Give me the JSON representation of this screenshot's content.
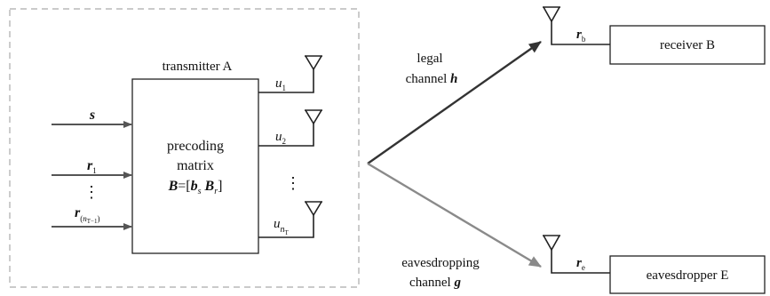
{
  "transmitter": {
    "title": "transmitter A",
    "block_line1": "precoding",
    "block_line2": "matrix",
    "matrix": {
      "B": "B",
      "eq": "=[",
      "b": "b",
      "b_sub": "s",
      "B2": "B",
      "B2_sub": "r",
      "close": "]"
    }
  },
  "inputs": {
    "s": "s",
    "r1": {
      "base": "r",
      "sub": "1"
    },
    "vdots": "⋮",
    "rn": {
      "base": "r",
      "sub_open": "(",
      "sub_n": "n",
      "sub_T": "T−1",
      "sub_close": ")"
    }
  },
  "outputs": {
    "u1": {
      "base": "u",
      "sub": "1"
    },
    "u2": {
      "base": "u",
      "sub": "2"
    },
    "vdots": "⋮",
    "un": {
      "base": "u",
      "sub_n": "n",
      "sub_T": "T"
    }
  },
  "channels": {
    "legal_line1": "legal",
    "legal_line2": "channel",
    "legal_symbol": "h",
    "eaves_line1": "eavesdropping",
    "eaves_line2": "channel",
    "eaves_symbol": "g"
  },
  "receiver": {
    "label": "receiver B",
    "r": "r",
    "sub": "b"
  },
  "eavesdropper": {
    "label": "eavesdropper E",
    "r": "r",
    "sub": "e"
  },
  "colors": {
    "line": "#222222",
    "arrow_dark": "#333333",
    "arrow_gray": "#8a8a8a",
    "dashed": "#aaaaaa"
  }
}
